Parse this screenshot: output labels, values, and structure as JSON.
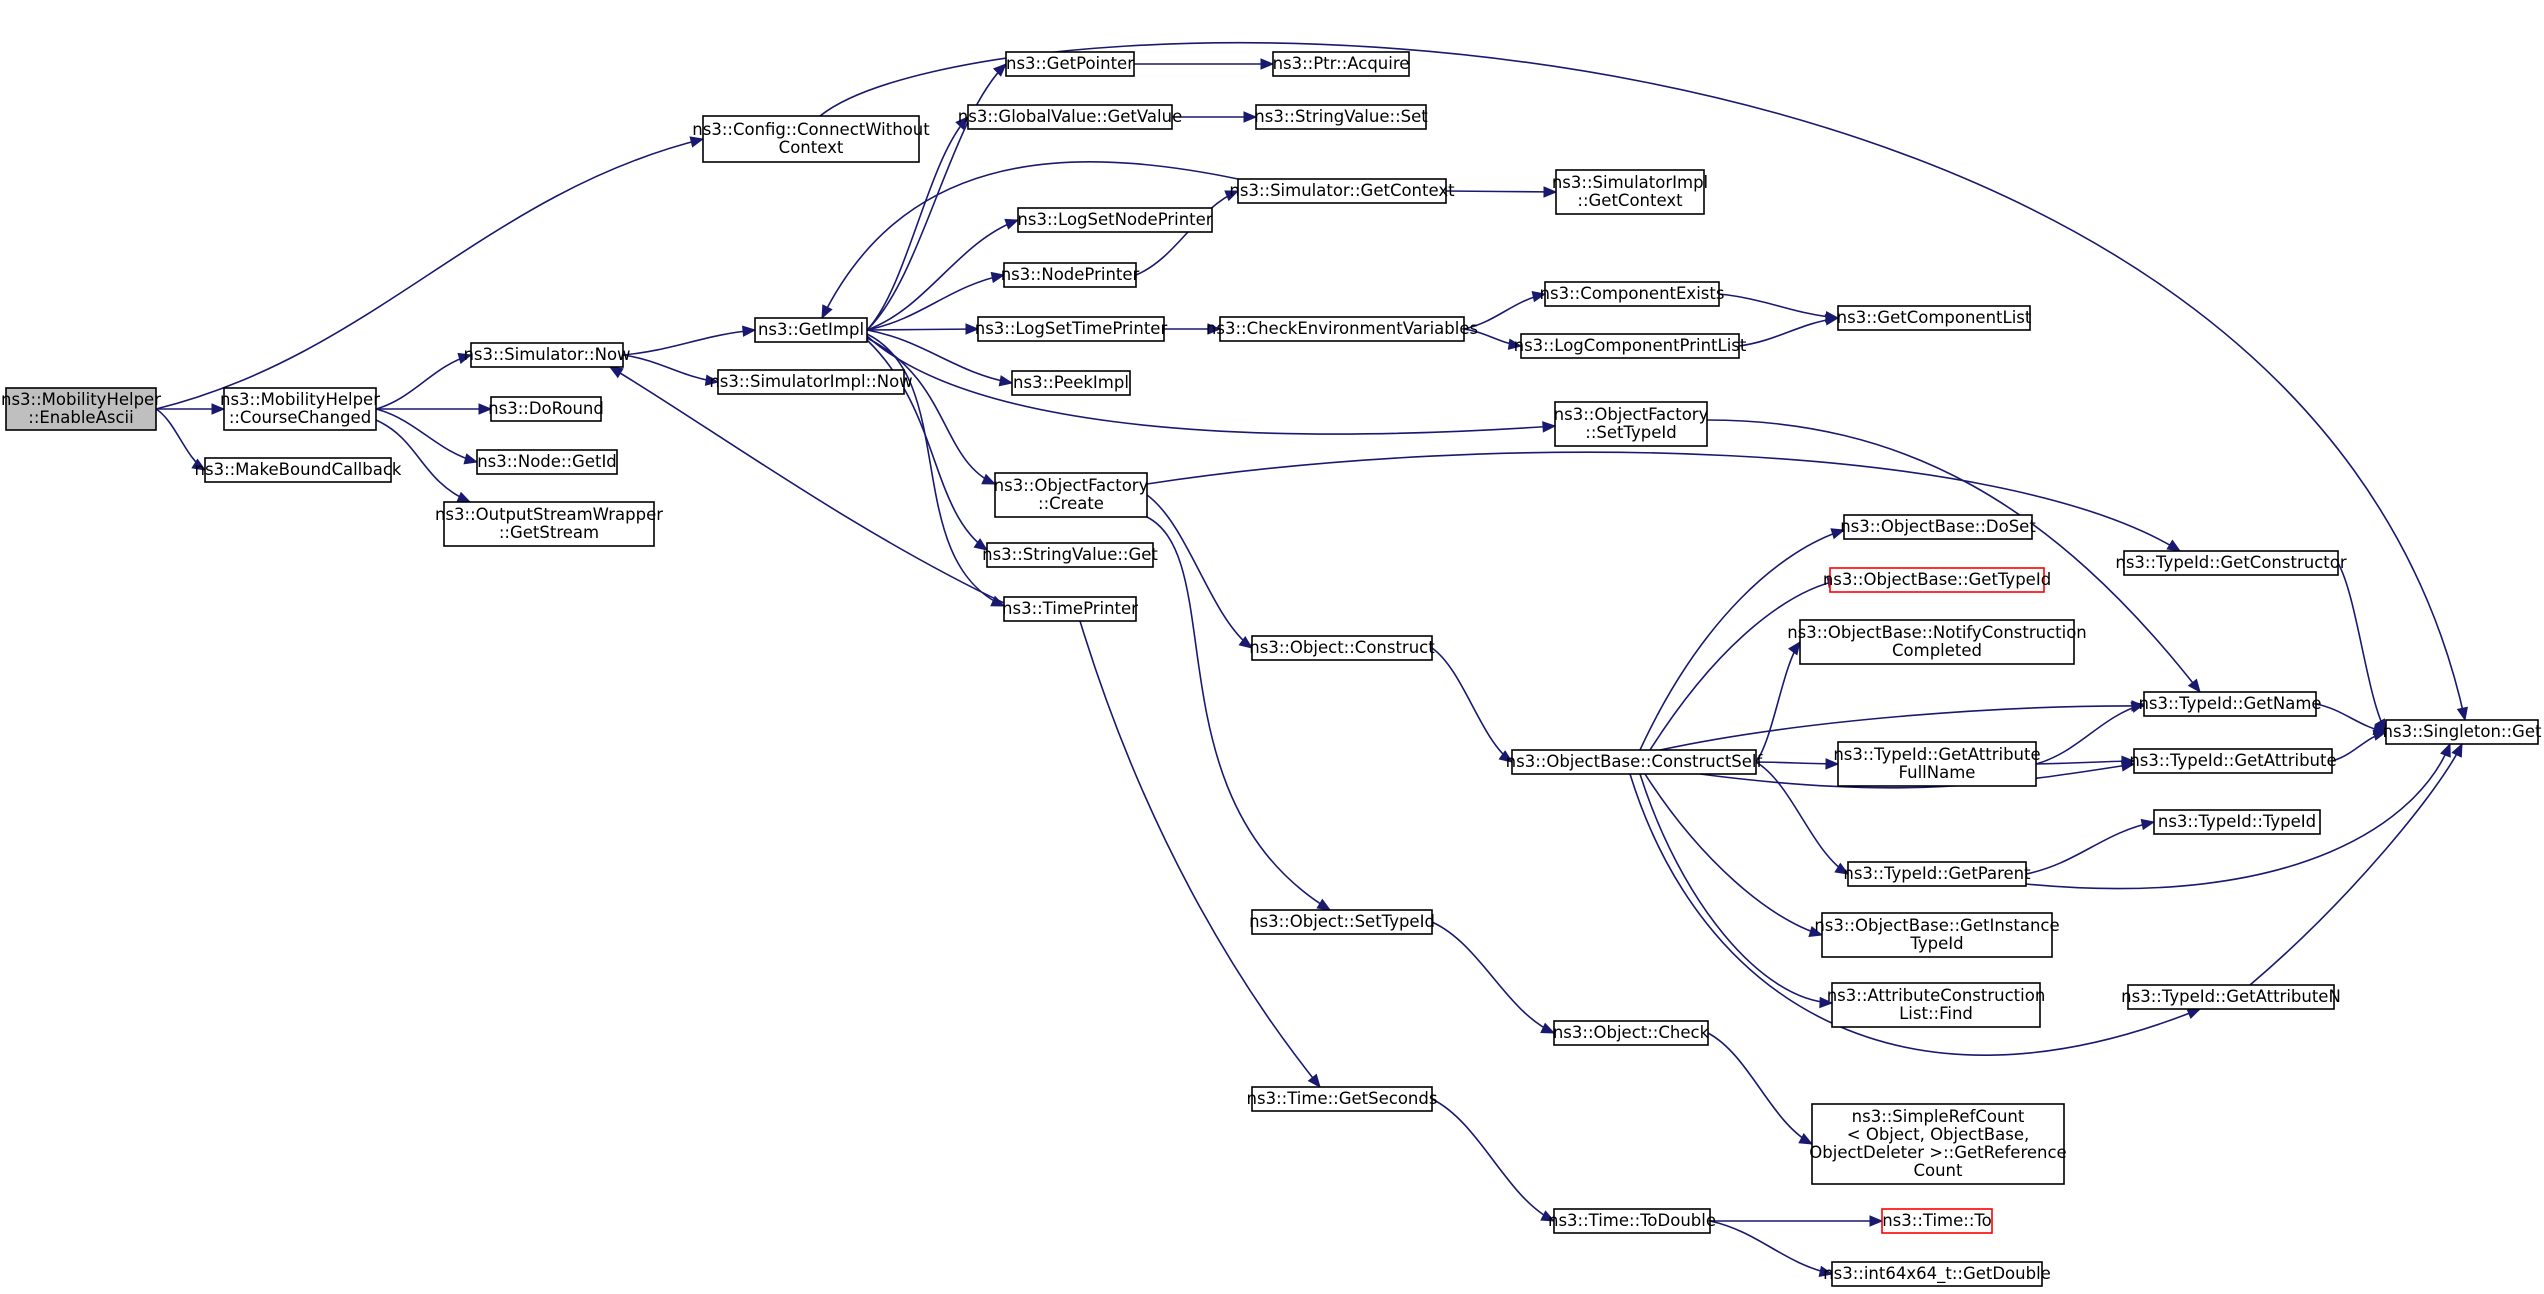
{
  "colors": {
    "edge": "#191970",
    "root_fill": "#bfbfbf",
    "box_stroke": "#000000",
    "red_stroke": "#ff0000",
    "background": "#ffffff"
  },
  "nodes": [
    {
      "id": "n_enableascii",
      "lines": [
        "ns3::MobilityHelper",
        "::EnableAscii"
      ],
      "style": "root"
    },
    {
      "id": "n_connect",
      "lines": [
        "ns3::Config::ConnectWithout",
        "Context"
      ]
    },
    {
      "id": "n_coursechanged",
      "lines": [
        "ns3::MobilityHelper",
        "::CourseChanged"
      ]
    },
    {
      "id": "n_makebound",
      "lines": [
        "ns3::MakeBoundCallback"
      ]
    },
    {
      "id": "n_simnow",
      "lines": [
        "ns3::Simulator::Now"
      ]
    },
    {
      "id": "n_doround",
      "lines": [
        "ns3::DoRound"
      ]
    },
    {
      "id": "n_nodegetid",
      "lines": [
        "ns3::Node::GetId"
      ]
    },
    {
      "id": "n_outstream",
      "lines": [
        "ns3::OutputStreamWrapper",
        "::GetStream"
      ]
    },
    {
      "id": "n_getimpl",
      "lines": [
        "ns3::GetImpl"
      ]
    },
    {
      "id": "n_simimplnow",
      "lines": [
        "ns3::SimulatorImpl::Now"
      ]
    },
    {
      "id": "n_getpointer",
      "lines": [
        "ns3::GetPointer"
      ]
    },
    {
      "id": "n_ptracquire",
      "lines": [
        "ns3::Ptr::Acquire"
      ]
    },
    {
      "id": "n_gvgetvalue",
      "lines": [
        "ns3::GlobalValue::GetValue"
      ]
    },
    {
      "id": "n_svset",
      "lines": [
        "ns3::StringValue::Set"
      ]
    },
    {
      "id": "n_simgetcontext",
      "lines": [
        "ns3::Simulator::GetContext"
      ]
    },
    {
      "id": "n_simimplgetctx",
      "lines": [
        "ns3::SimulatorImpl",
        "::GetContext"
      ]
    },
    {
      "id": "n_logsetnode",
      "lines": [
        "ns3::LogSetNodePrinter"
      ]
    },
    {
      "id": "n_nodeprinter",
      "lines": [
        "ns3::NodePrinter"
      ]
    },
    {
      "id": "n_logsettime",
      "lines": [
        "ns3::LogSetTimePrinter"
      ]
    },
    {
      "id": "n_checkenv",
      "lines": [
        "ns3::CheckEnvironmentVariables"
      ]
    },
    {
      "id": "n_compexists",
      "lines": [
        "ns3::ComponentExists"
      ]
    },
    {
      "id": "n_getcomplist",
      "lines": [
        "ns3::GetComponentList"
      ]
    },
    {
      "id": "n_logcompprint",
      "lines": [
        "ns3::LogComponentPrintList"
      ]
    },
    {
      "id": "n_peekimpl",
      "lines": [
        "ns3::PeekImpl"
      ]
    },
    {
      "id": "n_ofsettypeid",
      "lines": [
        "ns3::ObjectFactory",
        "::SetTypeId"
      ]
    },
    {
      "id": "n_ofcreate",
      "lines": [
        "ns3::ObjectFactory",
        "::Create"
      ]
    },
    {
      "id": "n_svget",
      "lines": [
        "ns3::StringValue::Get"
      ]
    },
    {
      "id": "n_timeprinter",
      "lines": [
        "ns3::TimePrinter"
      ]
    },
    {
      "id": "n_objconstruct",
      "lines": [
        "ns3::Object::Construct"
      ]
    },
    {
      "id": "n_obdoset",
      "lines": [
        "ns3::ObjectBase::DoSet"
      ]
    },
    {
      "id": "n_obgettypeid",
      "lines": [
        "ns3::ObjectBase::GetTypeId"
      ],
      "style": "red"
    },
    {
      "id": "n_obnotify",
      "lines": [
        "ns3::ObjectBase::NotifyConstruction",
        "Completed"
      ]
    },
    {
      "id": "n_obconstructself",
      "lines": [
        "ns3::ObjectBase::ConstructSelf"
      ]
    },
    {
      "id": "n_tidgetconstructor",
      "lines": [
        "ns3::TypeId::GetConstructor"
      ]
    },
    {
      "id": "n_tidgetname",
      "lines": [
        "ns3::TypeId::GetName"
      ]
    },
    {
      "id": "n_singletonget",
      "lines": [
        "ns3::Singleton::Get"
      ]
    },
    {
      "id": "n_tidgetattrfull",
      "lines": [
        "ns3::TypeId::GetAttribute",
        "FullName"
      ]
    },
    {
      "id": "n_tidgetattr",
      "lines": [
        "ns3::TypeId::GetAttribute"
      ]
    },
    {
      "id": "n_tidtypeid",
      "lines": [
        "ns3::TypeId::TypeId"
      ]
    },
    {
      "id": "n_tidgetparent",
      "lines": [
        "ns3::TypeId::GetParent"
      ]
    },
    {
      "id": "n_obgetinstance",
      "lines": [
        "ns3::ObjectBase::GetInstance",
        "TypeId"
      ]
    },
    {
      "id": "n_attrconstr",
      "lines": [
        "ns3::AttributeConstruction",
        "List::Find"
      ]
    },
    {
      "id": "n_tidgetattrn",
      "lines": [
        "ns3::TypeId::GetAttributeN"
      ]
    },
    {
      "id": "n_objsettypeid",
      "lines": [
        "ns3::Object::SetTypeId"
      ]
    },
    {
      "id": "n_objcheck",
      "lines": [
        "ns3::Object::Check"
      ]
    },
    {
      "id": "n_simplerefcount",
      "lines": [
        "ns3::SimpleRefCount",
        "< Object, ObjectBase,",
        "ObjectDeleter >::GetReference",
        "Count"
      ]
    },
    {
      "id": "n_timegetseconds",
      "lines": [
        "ns3::Time::GetSeconds"
      ]
    },
    {
      "id": "n_timetodouble",
      "lines": [
        "ns3::Time::ToDouble"
      ]
    },
    {
      "id": "n_timeto",
      "lines": [
        "ns3::Time::To"
      ],
      "style": "red"
    },
    {
      "id": "n_int64getdouble",
      "lines": [
        "ns3::int64x64_t::GetDouble"
      ]
    }
  ],
  "edges": [
    {
      "from": "n_enableascii",
      "to": "n_connect"
    },
    {
      "from": "n_enableascii",
      "to": "n_coursechanged"
    },
    {
      "from": "n_enableascii",
      "to": "n_makebound"
    },
    {
      "from": "n_connect",
      "to": "n_singletonget"
    },
    {
      "from": "n_coursechanged",
      "to": "n_simnow"
    },
    {
      "from": "n_coursechanged",
      "to": "n_doround"
    },
    {
      "from": "n_coursechanged",
      "to": "n_nodegetid"
    },
    {
      "from": "n_coursechanged",
      "to": "n_outstream"
    },
    {
      "from": "n_simnow",
      "to": "n_getimpl"
    },
    {
      "from": "n_simnow",
      "to": "n_simimplnow"
    },
    {
      "from": "n_getimpl",
      "to": "n_getpointer"
    },
    {
      "from": "n_getimpl",
      "to": "n_gvgetvalue"
    },
    {
      "from": "n_getimpl",
      "to": "n_logsetnode"
    },
    {
      "from": "n_getimpl",
      "to": "n_nodeprinter"
    },
    {
      "from": "n_getimpl",
      "to": "n_logsettime"
    },
    {
      "from": "n_getimpl",
      "to": "n_peekimpl"
    },
    {
      "from": "n_getimpl",
      "to": "n_ofsettypeid"
    },
    {
      "from": "n_getimpl",
      "to": "n_ofcreate"
    },
    {
      "from": "n_getimpl",
      "to": "n_svget"
    },
    {
      "from": "n_getimpl",
      "to": "n_timeprinter"
    },
    {
      "from": "n_simgetcontext",
      "to": "n_getimpl"
    },
    {
      "from": "n_timeprinter",
      "to": "n_simnow"
    },
    {
      "from": "n_getpointer",
      "to": "n_ptracquire"
    },
    {
      "from": "n_gvgetvalue",
      "to": "n_svset"
    },
    {
      "from": "n_simgetcontext",
      "to": "n_simimplgetctx"
    },
    {
      "from": "n_nodeprinter",
      "to": "n_simgetcontext"
    },
    {
      "from": "n_logsettime",
      "to": "n_checkenv"
    },
    {
      "from": "n_checkenv",
      "to": "n_compexists"
    },
    {
      "from": "n_checkenv",
      "to": "n_logcompprint"
    },
    {
      "from": "n_compexists",
      "to": "n_getcomplist"
    },
    {
      "from": "n_logcompprint",
      "to": "n_getcomplist"
    },
    {
      "from": "n_ofsettypeid",
      "to": "n_tidgetname"
    },
    {
      "from": "n_ofcreate",
      "to": "n_tidgetconstructor"
    },
    {
      "from": "n_ofcreate",
      "to": "n_objconstruct"
    },
    {
      "from": "n_ofcreate",
      "to": "n_objsettypeid"
    },
    {
      "from": "n_timeprinter",
      "to": "n_timegetseconds"
    },
    {
      "from": "n_objconstruct",
      "to": "n_obconstructself"
    },
    {
      "from": "n_obconstructself",
      "to": "n_obdoset"
    },
    {
      "from": "n_obconstructself",
      "to": "n_obgettypeid"
    },
    {
      "from": "n_obconstructself",
      "to": "n_obnotify"
    },
    {
      "from": "n_obconstructself",
      "to": "n_tidgetname"
    },
    {
      "from": "n_obconstructself",
      "to": "n_tidgetattrfull"
    },
    {
      "from": "n_obconstructself",
      "to": "n_tidgetattr"
    },
    {
      "from": "n_obconstructself",
      "to": "n_tidgetparent"
    },
    {
      "from": "n_obconstructself",
      "to": "n_obgetinstance"
    },
    {
      "from": "n_obconstructself",
      "to": "n_attrconstr"
    },
    {
      "from": "n_obconstructself",
      "to": "n_tidgetattrn"
    },
    {
      "from": "n_tidgetconstructor",
      "to": "n_singletonget"
    },
    {
      "from": "n_tidgetname",
      "to": "n_singletonget"
    },
    {
      "from": "n_tidgetattrfull",
      "to": "n_tidgetname"
    },
    {
      "from": "n_tidgetattrfull",
      "to": "n_tidgetattr"
    },
    {
      "from": "n_tidgetattr",
      "to": "n_singletonget"
    },
    {
      "from": "n_tidgetparent",
      "to": "n_tidtypeid"
    },
    {
      "from": "n_tidgetparent",
      "to": "n_singletonget"
    },
    {
      "from": "n_tidgetattrn",
      "to": "n_singletonget"
    },
    {
      "from": "n_objsettypeid",
      "to": "n_objcheck"
    },
    {
      "from": "n_objcheck",
      "to": "n_simplerefcount"
    },
    {
      "from": "n_timegetseconds",
      "to": "n_timetodouble"
    },
    {
      "from": "n_timetodouble",
      "to": "n_timeto"
    },
    {
      "from": "n_timetodouble",
      "to": "n_int64getdouble"
    }
  ]
}
